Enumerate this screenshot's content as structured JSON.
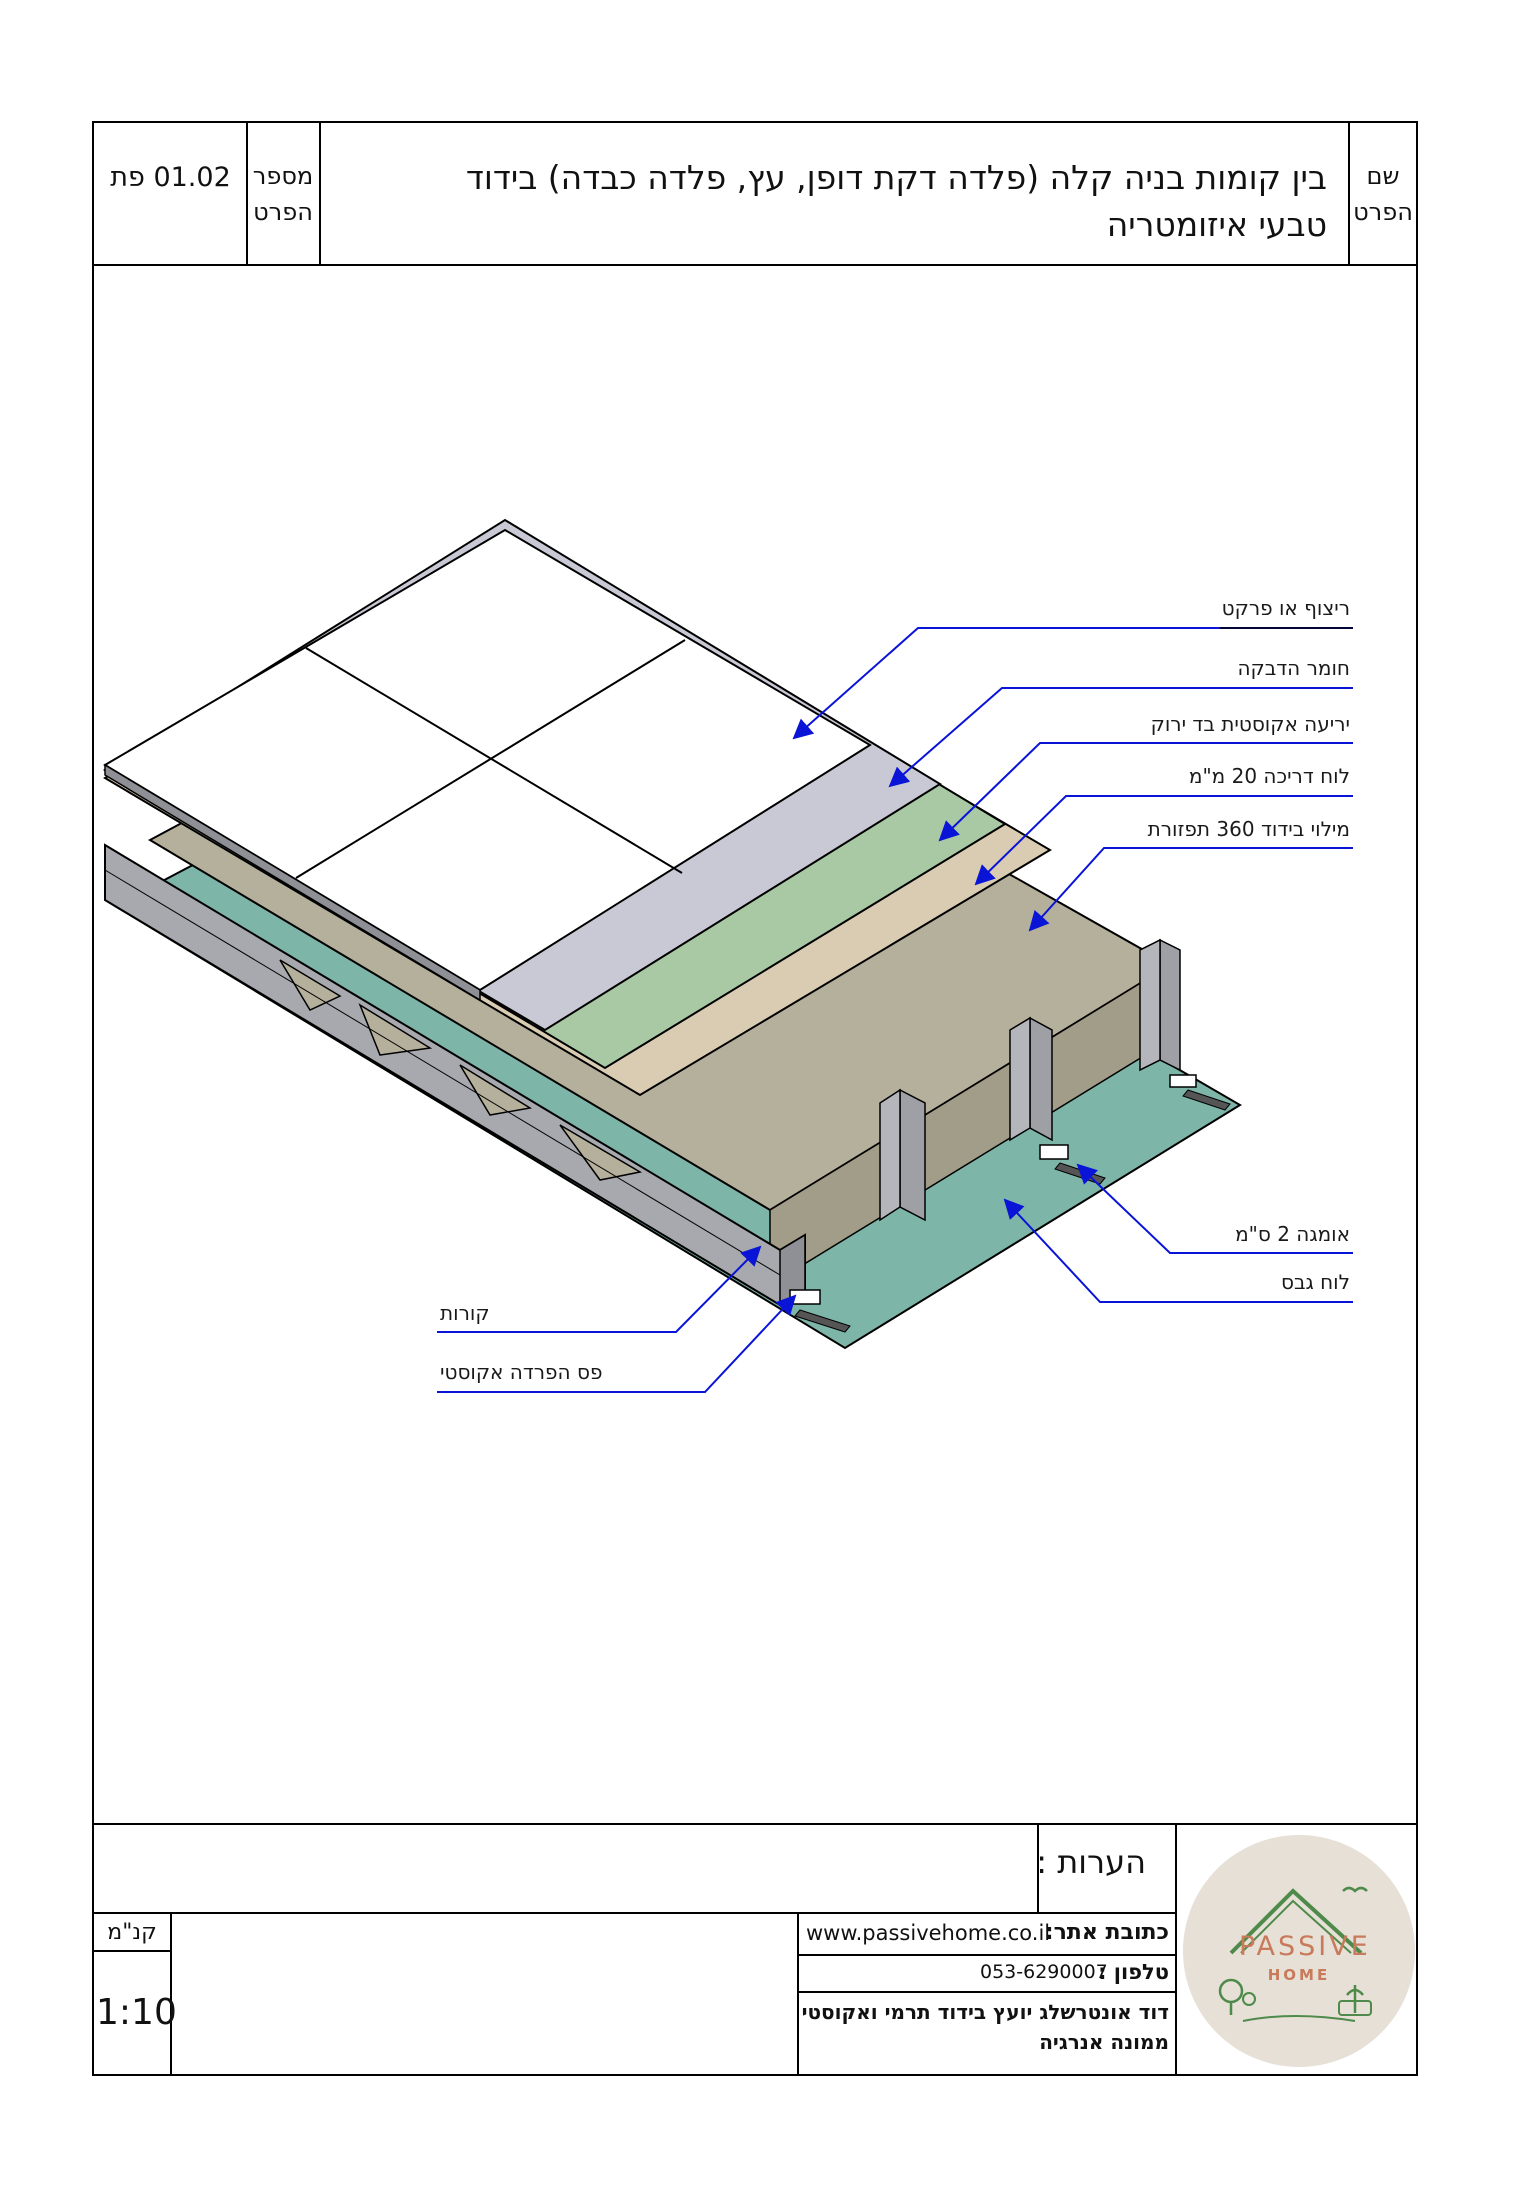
{
  "header": {
    "name_label": "שם הפרט",
    "title_line1": "בין קומות בניה קלה (פלדה דקת דופן, עץ, פלדה כבדה) בידוד",
    "title_line2": "טבעי איזומטריה",
    "number_label": "מספר הפרט",
    "number_value": "01.02 פת"
  },
  "layers": [
    {
      "label": "ריצוף או פרקט",
      "color": "#ffffff"
    },
    {
      "label": "חומר הדבקה",
      "color": "#c8c9d4"
    },
    {
      "label": "יריעה אקוסטית בד ירוק",
      "color": "#a8c9a4"
    },
    {
      "label": "לוח דריכה 20 מ\"מ",
      "color": "#d9ccb2"
    },
    {
      "label": "מילוי בידוד 360 תפזורת",
      "color": "#b5b09c"
    },
    {
      "label": "אומגה 2 ס\"מ",
      "color": "#555555"
    },
    {
      "label": "לוח גבס",
      "color": "#7db5a8"
    },
    {
      "label": "קורות",
      "color": "#a7a9ae"
    },
    {
      "label": "פס הפרדה אקוסטי",
      "color": "#ffffff"
    }
  ],
  "footer": {
    "notes_label": "הערות :",
    "scale_label": "קנ\"מ",
    "scale_value": "1:10",
    "website_label": "כתובת אתר:",
    "website_value": "www.passivehome.co.il",
    "phone_label": "טלפון :",
    "phone_value": "053-6290007",
    "consultant_line1": "דוד אונטרשלג יועץ בידוד תרמי ואקוסטי",
    "consultant_line2": "ממונה אנרגיה"
  },
  "logo": {
    "word1": "PASSIVE",
    "word2": "HOME"
  },
  "colors": {
    "arrow": "#0a14d6",
    "line": "#000000",
    "logo_bg": "#e6e0d6",
    "logo_roof": "#4e8a4a",
    "logo_text": "#c87a5a"
  }
}
